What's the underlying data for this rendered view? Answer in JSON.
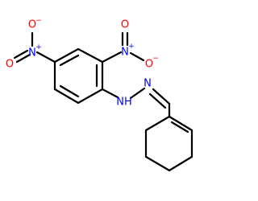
{
  "diagram": {
    "type": "chemical-structure",
    "colors": {
      "bond": "#000000",
      "oxygen": "#ff0000",
      "nitrogen": "#0000ff",
      "background": "#ffffff"
    },
    "nitro_left": {
      "oxygen_top": "O",
      "oxygen_top_charge": "−",
      "nitrogen": "N",
      "nitrogen_charge": "+",
      "oxygen_bottom": "O"
    },
    "nitro_right": {
      "oxygen_top": "O",
      "nitrogen": "N",
      "nitrogen_charge": "+",
      "oxygen_right": "O",
      "oxygen_right_charge": "−"
    },
    "hydrazone": {
      "nh_label": "NH",
      "n_label": "N"
    }
  }
}
